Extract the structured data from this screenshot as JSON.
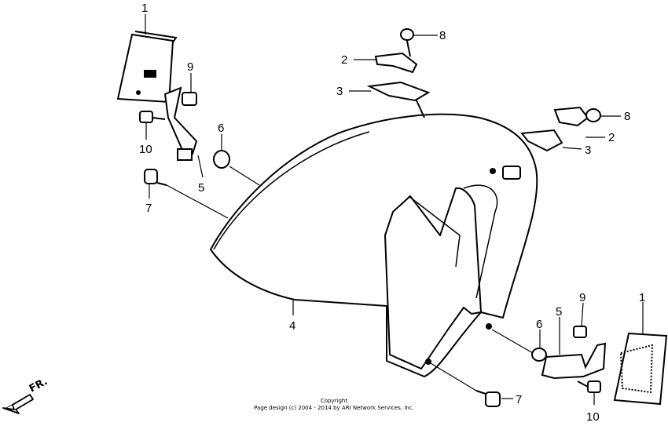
{
  "callouts": {
    "reflector_left": "1",
    "bolt_left": "10",
    "nut_left": "9",
    "washer_left": "6",
    "stay_left": "5",
    "screw_left": "7",
    "fender": "4",
    "clip_top": "8",
    "holder_a_top": "2",
    "holder_b_top": "3",
    "clip_right": "8",
    "holder_a_right": "2",
    "holder_b_right": "3",
    "nut_right": "9",
    "reflector_right": "1",
    "stay_right": "5",
    "washer_right": "6",
    "screw_right": "7",
    "bolt_right": "10"
  },
  "direction_label": "FR.",
  "footer": {
    "line1": "Copyright",
    "line2": "Page design (c) 2004 - 2014 by ARI Network Services, Inc."
  }
}
